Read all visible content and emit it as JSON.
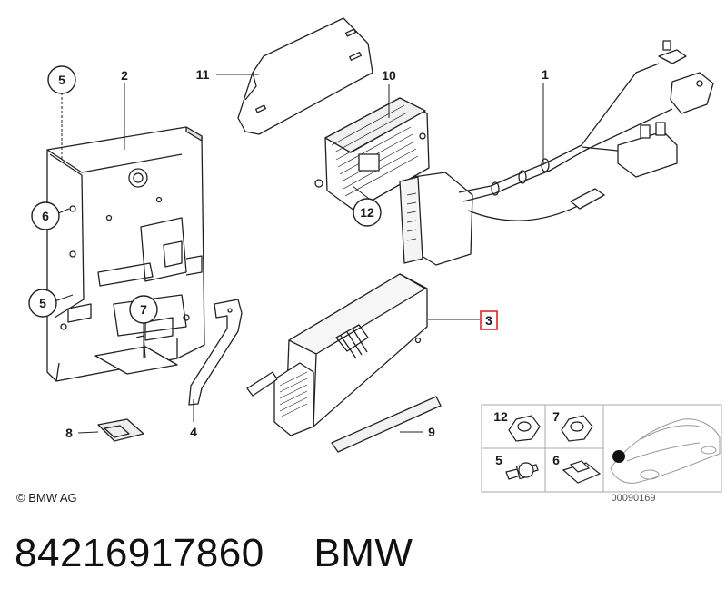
{
  "diagram": {
    "copyright": "© BMW AG",
    "drawing_number": "00090169",
    "highlighted_callout": "3",
    "highlight_color": "#e0262b",
    "callouts": {
      "c1": "1",
      "c2": "2",
      "c3": "3",
      "c4": "4",
      "c5a": "5",
      "c5b": "5",
      "c6": "6",
      "c7": "7",
      "c8": "8",
      "c9": "9",
      "c10": "10",
      "c11": "11",
      "c12": "12"
    },
    "inset": {
      "i12": "12",
      "i7": "7",
      "i5": "5",
      "i6": "6"
    }
  },
  "footer": {
    "part_number": "84216917860",
    "brand": "BMW"
  }
}
